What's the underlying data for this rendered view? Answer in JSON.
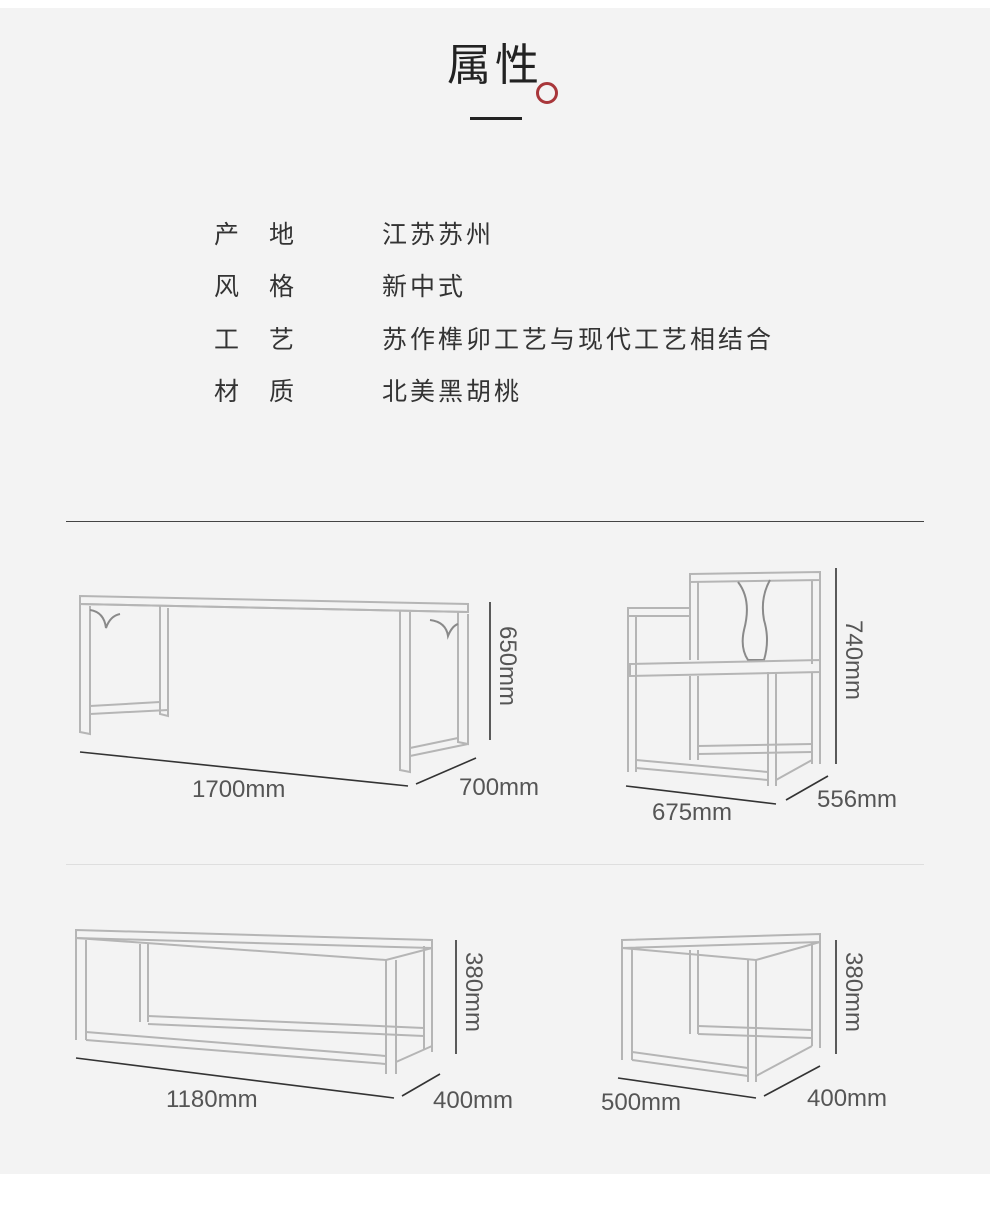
{
  "title": "属性",
  "attributes": [
    {
      "label": "产地",
      "value": "江苏苏州"
    },
    {
      "label": "风格",
      "value": "新中式"
    },
    {
      "label": "工艺",
      "value": "苏作榫卯工艺与现代工艺相结合"
    },
    {
      "label": "材质",
      "value": "北美黑胡桃"
    }
  ],
  "products": [
    {
      "name": "table",
      "length": "1700mm",
      "depth": "700mm",
      "height": "650mm"
    },
    {
      "name": "chair",
      "length": "675mm",
      "depth": "556mm",
      "height": "740mm"
    },
    {
      "name": "long-tea-table",
      "length": "1180mm",
      "depth": "400mm",
      "height": "380mm"
    },
    {
      "name": "side-table",
      "length": "500mm",
      "depth": "400mm",
      "height": "380mm"
    }
  ],
  "accent_color": "#a8363a"
}
